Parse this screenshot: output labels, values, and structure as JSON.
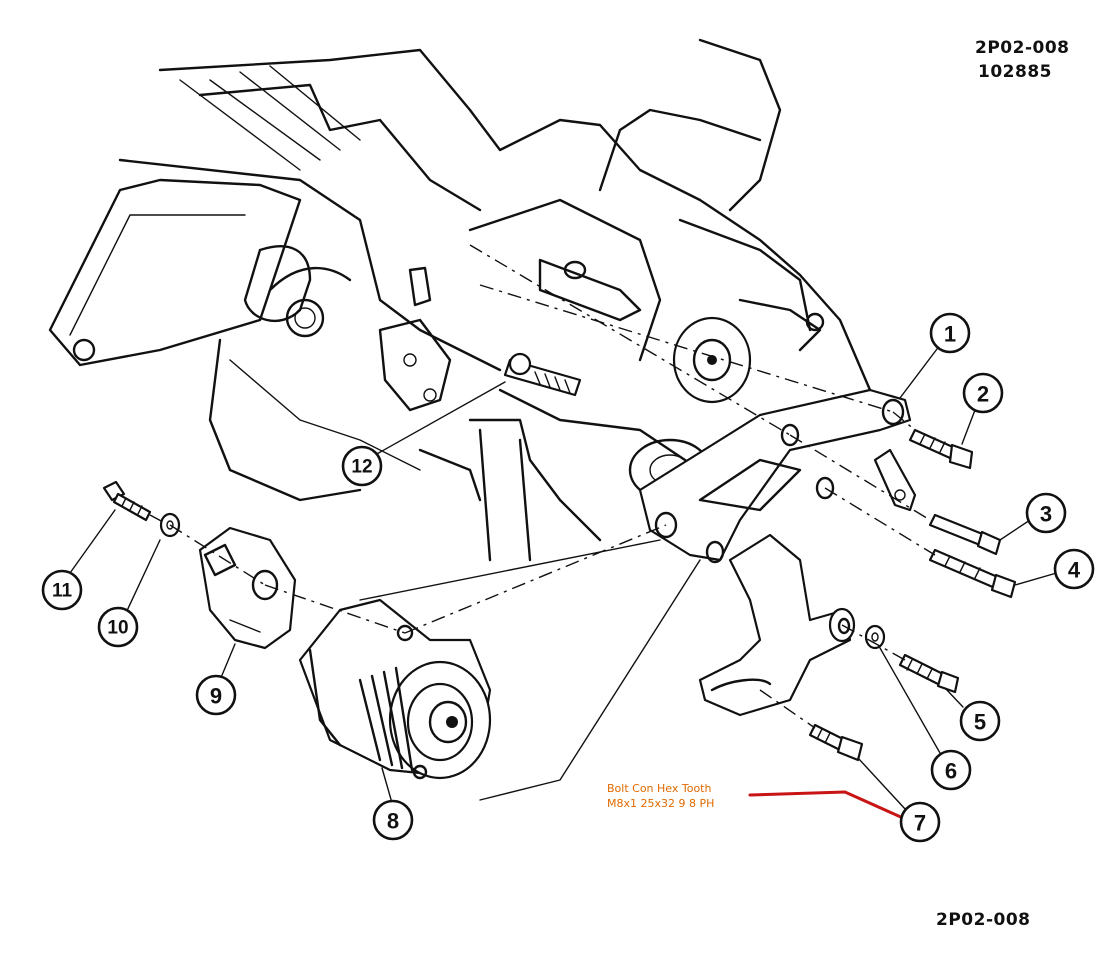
{
  "header_code": "2P02-008",
  "header_number": "102885",
  "footer_code": "2P02-008",
  "annotation": {
    "line1": "Bolt Con Hex Tooth",
    "line2": "M8x1 25x32 9 8 PH",
    "text_color": "#e06a00",
    "leader_color": "#c81414"
  },
  "callouts": [
    "1",
    "2",
    "3",
    "4",
    "5",
    "6",
    "7",
    "8",
    "9",
    "10",
    "11",
    "12"
  ]
}
